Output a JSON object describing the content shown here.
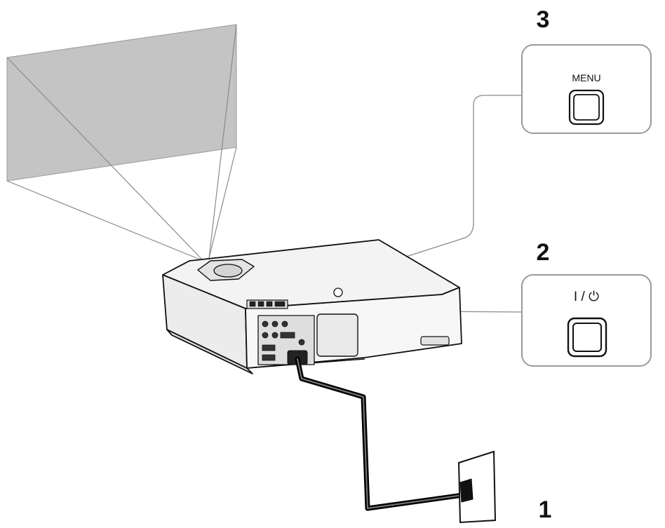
{
  "steps": [
    {
      "number": "1"
    },
    {
      "number": "2",
      "button_label": "I / ⏻"
    },
    {
      "number": "3",
      "button_label": "MENU"
    }
  ],
  "colors": {
    "line": "#111111",
    "thin_line": "#8a8a8a",
    "screen_fill": "#c4c4c4",
    "projector_body": "#f3f3f3",
    "cable": "#222222"
  },
  "icons": {
    "power": "power-icon",
    "plug": "plug-icon",
    "outlet": "wall-outlet-icon"
  }
}
